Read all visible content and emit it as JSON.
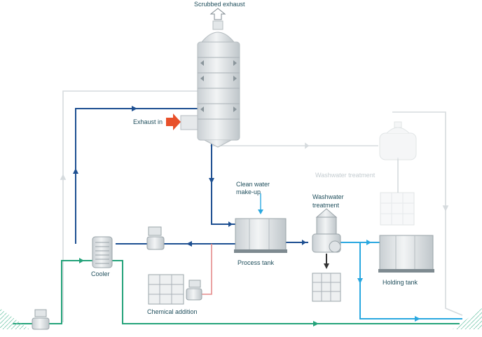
{
  "labels": {
    "scrubbed_exhaust": "Scrubbed exhaust",
    "exhaust_in": "Exhaust in",
    "clean_water_line1": "Clean water",
    "clean_water_line2": "make-up",
    "washwater_treatment_line1": "Washwater",
    "washwater_treatment_line2": "treatment",
    "washwater_treatment_faint": "Washwater treatment",
    "process_tank": "Process tank",
    "cooler": "Cooler",
    "chemical_addition": "Chemical addition",
    "holding_tank": "Holding tank"
  },
  "colors": {
    "circulation": "#1d4f91",
    "sea_water": "#24a37a",
    "chemical": "#e58a8a",
    "discharge": "#2aa8e0",
    "inactive": "#d6dbde",
    "exhaust_arrow": "#e8502a",
    "equipment": "#dfe3e6"
  }
}
